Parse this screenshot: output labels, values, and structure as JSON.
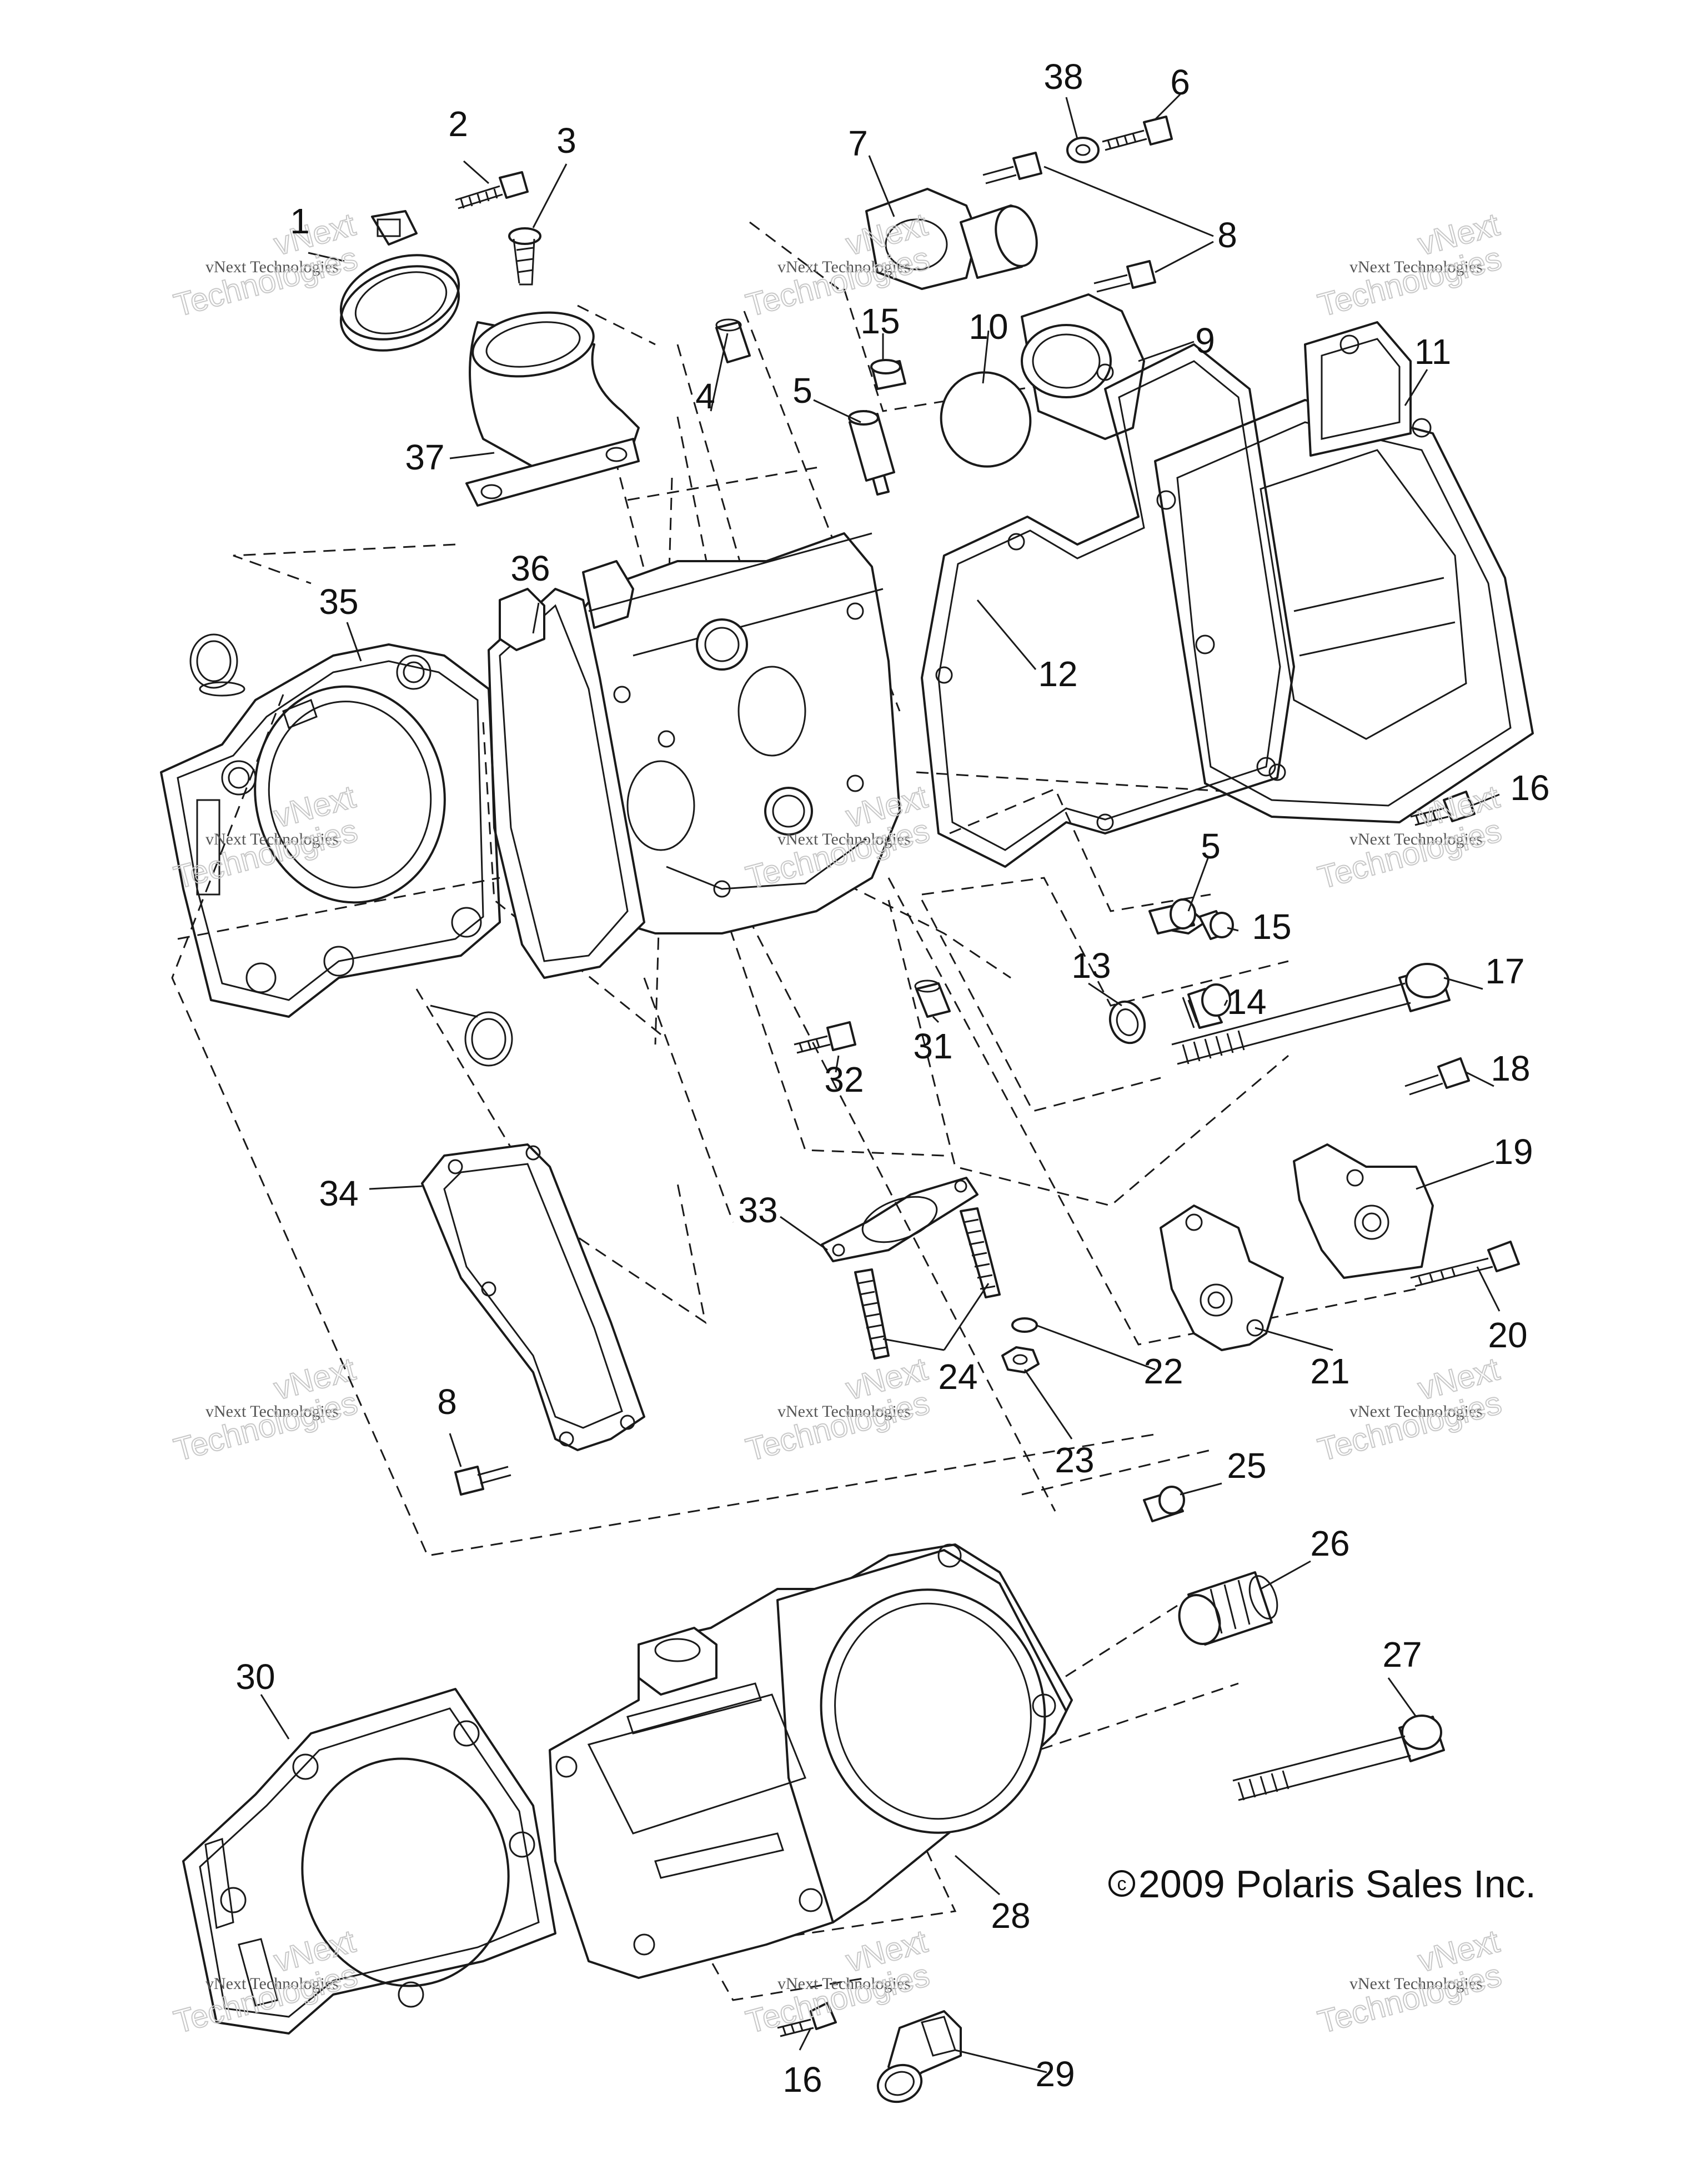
{
  "callouts": [
    "1",
    "2",
    "3",
    "4",
    "5",
    "5",
    "6",
    "7",
    "8",
    "8",
    "8",
    "9",
    "10",
    "11",
    "12",
    "13",
    "14",
    "15",
    "15",
    "16",
    "16",
    "17",
    "18",
    "19",
    "20",
    "21",
    "22",
    "23",
    "24",
    "25",
    "26",
    "27",
    "28",
    "29",
    "30",
    "31",
    "32",
    "33",
    "34",
    "35",
    "36",
    "37",
    "38"
  ],
  "copyright": "2009 Polaris Sales Inc.",
  "copyright_symbol": "c",
  "watermark": {
    "line1": "vNext Technologies",
    "line2a": "vNext",
    "line2b": "Technologies"
  }
}
